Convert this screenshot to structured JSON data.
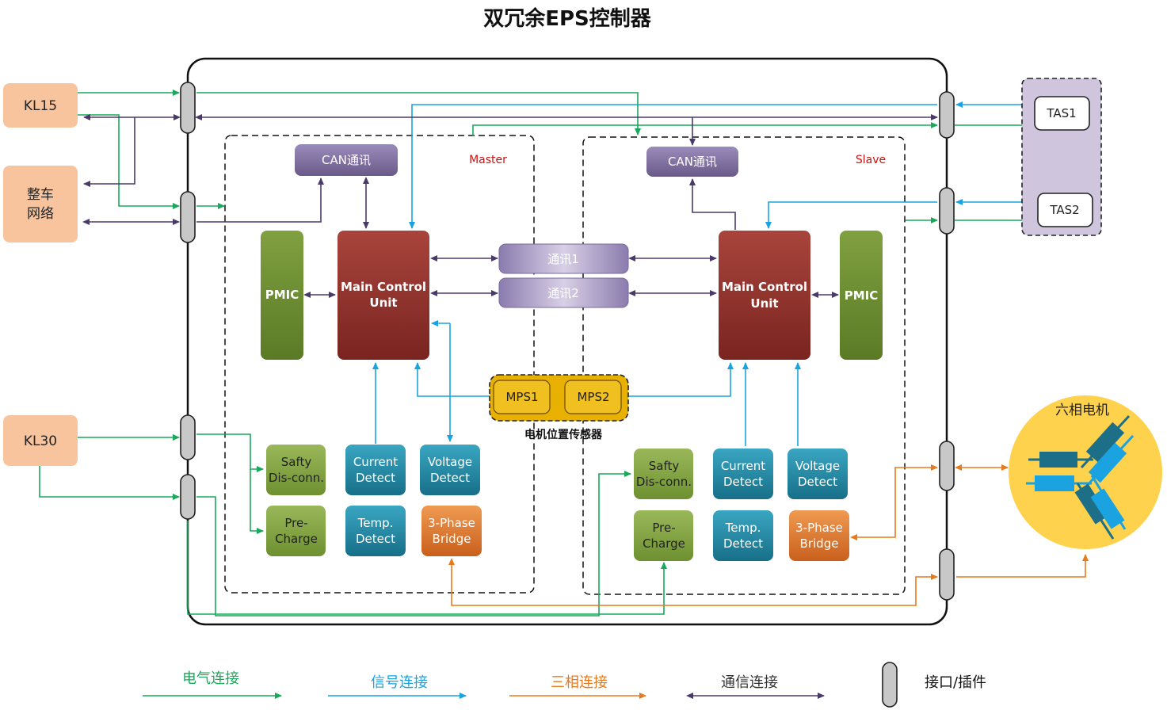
{
  "title": "双冗余EPS控制器",
  "inputs": {
    "kl15": "KL15",
    "vehicle_network_line1": "整车",
    "vehicle_network_line2": "网络",
    "kl30": "KL30"
  },
  "master": {
    "label": "Master",
    "can": "CAN通讯",
    "pmic": "PMIC",
    "mcu_line1": "Main Control",
    "mcu_line2": "Unit",
    "safety_line1": "Safty",
    "safety_line2": "Dis-conn.",
    "current_line1": "Current",
    "current_line2": "Detect",
    "voltage_line1": "Voltage",
    "voltage_line2": "Detect",
    "precharge_line1": "Pre-",
    "precharge_line2": "Charge",
    "temp_line1": "Temp.",
    "temp_line2": "Detect",
    "bridge_line1": "3-Phase",
    "bridge_line2": "Bridge"
  },
  "slave": {
    "label": "Slave",
    "can": "CAN通讯",
    "pmic": "PMIC",
    "mcu_line1": "Main Control",
    "mcu_line2": "Unit",
    "safety_line1": "Safty",
    "safety_line2": "Dis-conn.",
    "current_line1": "Current",
    "current_line2": "Detect",
    "voltage_line1": "Voltage",
    "voltage_line2": "Detect",
    "precharge_line1": "Pre-",
    "precharge_line2": "Charge",
    "temp_line1": "Temp.",
    "temp_line2": "Detect",
    "bridge_line1": "3-Phase",
    "bridge_line2": "Bridge"
  },
  "comm1": "通讯1",
  "comm2": "通讯2",
  "sensor": {
    "mps1": "MPS1",
    "mps2": "MPS2",
    "caption": "电机位置传感器"
  },
  "tas1": "TAS1",
  "tas2": "TAS2",
  "motor": "六相电机",
  "legend": {
    "electric": "电气连接",
    "signal": "信号连接",
    "three_phase": "三相连接",
    "comm": "通信连接",
    "connector": "接口/插件"
  },
  "colors": {
    "electric": "#1aa85a",
    "signal": "#1aa3e0",
    "three_phase": "#e87a1e",
    "comm": "#4a3a6a",
    "input_box": "#f8c49e",
    "pmic": "#6e8f2e",
    "mcu": "#8f2f2a",
    "can": "#7a6a9a",
    "detect": "#1c7f9c",
    "safety": "#7aa03c",
    "bridge": "#d4702a",
    "sensor": "#e8b000",
    "motor_bg": "#ffd24d"
  }
}
